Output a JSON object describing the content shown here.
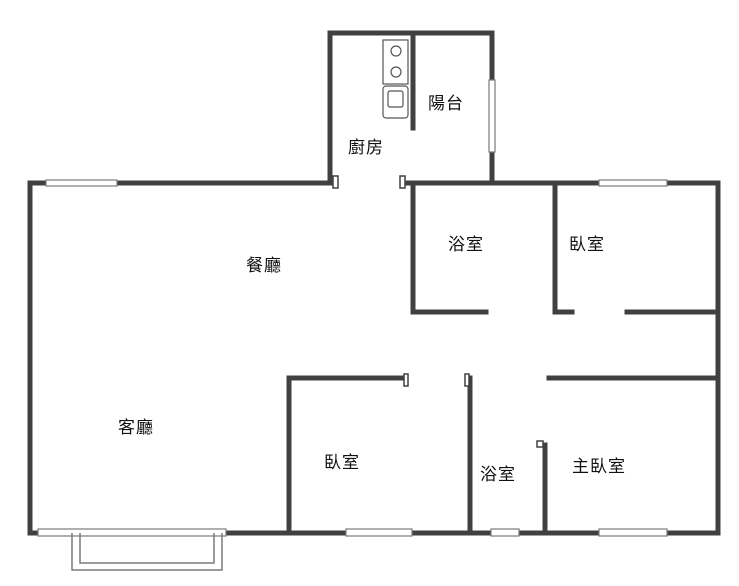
{
  "rooms": {
    "kitchen": "廚房",
    "balcony": "陽台",
    "dining": "餐廳",
    "bath_top": "浴室",
    "bedroom_top": "臥室",
    "living": "客廳",
    "bedroom_bottom": "臥室",
    "bath_bottom": "浴室",
    "master_bedroom": "主臥室"
  },
  "colors": {
    "wall": "#404040",
    "window": "#7a7a7a",
    "fixture": "#555555"
  }
}
